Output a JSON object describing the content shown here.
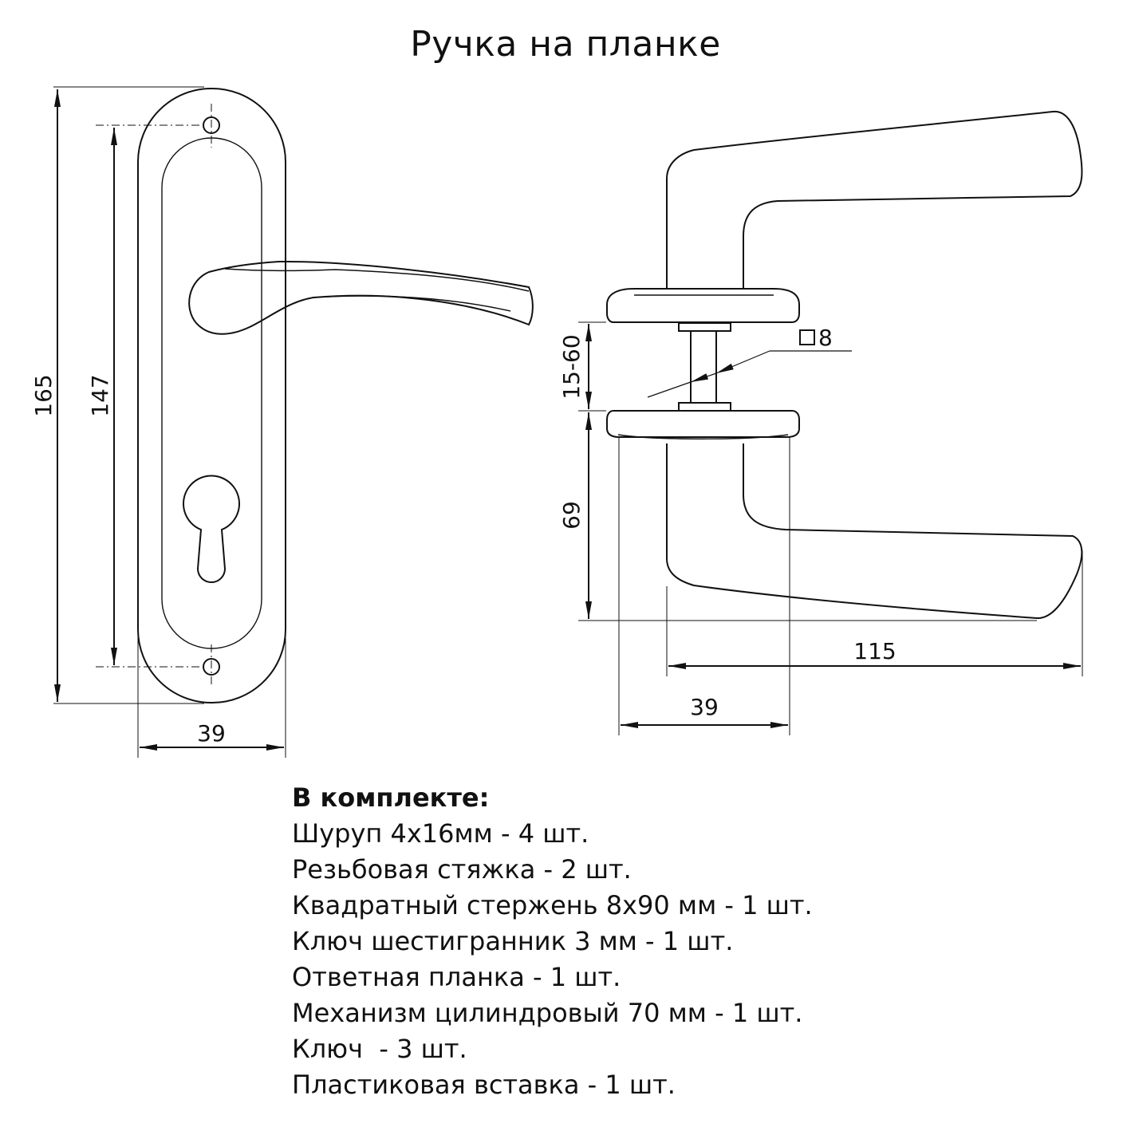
{
  "title": "Ручка на планке",
  "dimensions": {
    "plate_height": "165",
    "screw_spacing": "147",
    "plate_width": "39",
    "door_thickness": "15-60",
    "spindle_square": "8",
    "rosette_offset": "69",
    "lever_length": "115",
    "rosette_width": "39"
  },
  "kit": {
    "title": "В комплекте:",
    "items": [
      "Шуруп 4х16мм - 4 шт.",
      "Резьбовая стяжка - 2 шт.",
      "Квадратный стержень 8х90 мм - 1 шт.",
      "Ключ шестигранник 3 мм - 1 шт.",
      "Ответная планка - 1 шт.",
      "Механизм цилиндровый 70 мм - 1 шт.",
      "Ключ  - 3 шт.",
      "Пластиковая вставка - 1 шт."
    ]
  }
}
